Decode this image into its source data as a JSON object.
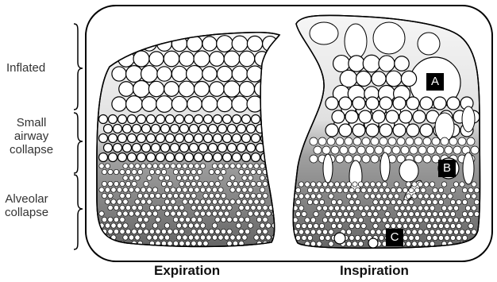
{
  "labels": {
    "inflated": "Inflated",
    "small_airway_collapse": [
      "Small",
      "airway",
      "collapse"
    ],
    "alveolar_collapse": [
      "Alveolar",
      "collapse"
    ],
    "expiration": "Expiration",
    "inspiration": "Inspiration"
  },
  "markers": {
    "a": "A",
    "b": "B",
    "c": "C"
  },
  "colors": {
    "outline": "#000000",
    "lung_light": "#f4f4f4",
    "lung_dark": "#6a6a6a",
    "alveolus_fill": "#ffffff"
  }
}
